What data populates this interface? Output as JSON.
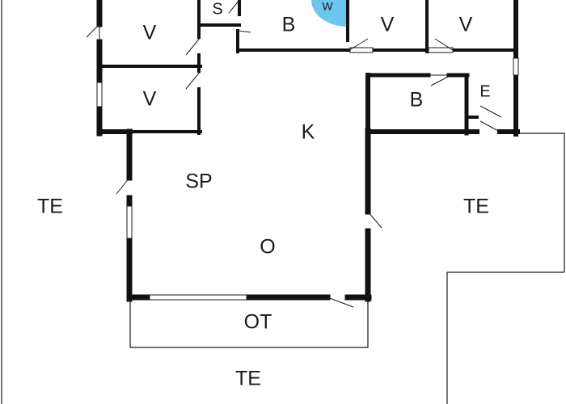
{
  "floor_plan": {
    "rooms": [
      {
        "id": "v1",
        "label": "V"
      },
      {
        "id": "s",
        "label": "S"
      },
      {
        "id": "b1",
        "label": "B"
      },
      {
        "id": "w",
        "label": "W"
      },
      {
        "id": "v2",
        "label": "V"
      },
      {
        "id": "v3",
        "label": "V"
      },
      {
        "id": "v4",
        "label": "V"
      },
      {
        "id": "b2",
        "label": "B"
      },
      {
        "id": "e",
        "label": "E"
      },
      {
        "id": "k",
        "label": "K"
      },
      {
        "id": "sp",
        "label": "SP"
      },
      {
        "id": "te_left",
        "label": "TE"
      },
      {
        "id": "te_right",
        "label": "TE"
      },
      {
        "id": "o",
        "label": "O"
      },
      {
        "id": "ot",
        "label": "OT"
      },
      {
        "id": "te_bottom",
        "label": "TE"
      }
    ],
    "colors": {
      "wall": "#111111",
      "shower": "#6ec6ee",
      "background": "#ffffff"
    }
  }
}
